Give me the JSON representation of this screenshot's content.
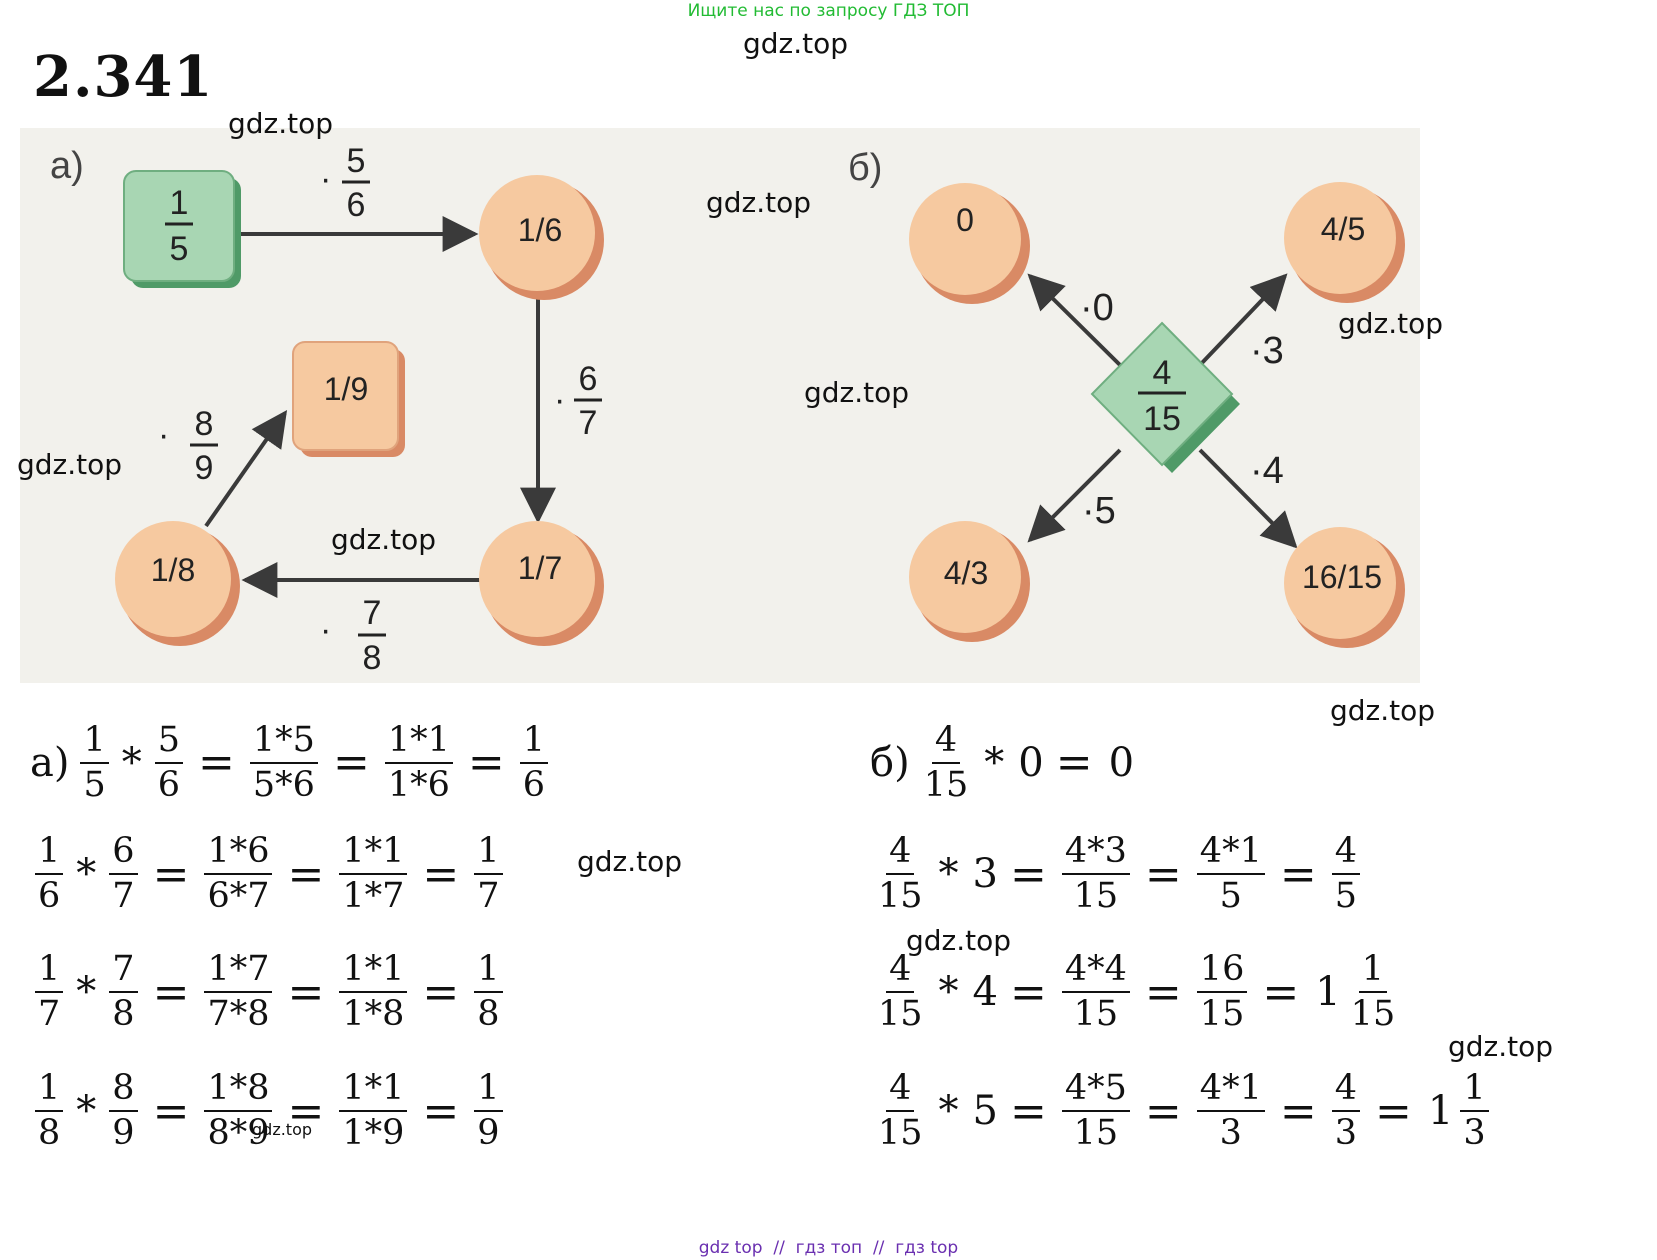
{
  "header": {
    "top_line": "Ищите нас по запросу ГДЗ ТОП"
  },
  "watermark": "gdz.top",
  "problem": {
    "number": "2.341"
  },
  "diagram_a": {
    "label": "а)",
    "start": {
      "num": "1",
      "den": "5"
    },
    "nodes": [
      "1/6",
      "1/7",
      "1/8"
    ],
    "end": "1/9",
    "multipliers": [
      {
        "num": "5",
        "den": "6"
      },
      {
        "num": "6",
        "den": "7"
      },
      {
        "num": "7",
        "den": "8"
      },
      {
        "num": "8",
        "den": "9"
      }
    ]
  },
  "diagram_b": {
    "label": "б)",
    "center": {
      "num": "4",
      "den": "15"
    },
    "nodes": [
      "0",
      "4/5",
      "4/3",
      "16/15"
    ],
    "multipliers": [
      "·0",
      "·3",
      "·5",
      "·4"
    ]
  },
  "solution_a": {
    "label": "а)",
    "rows": [
      [
        "1",
        "5",
        "5",
        "6",
        "1*5",
        "5*6",
        "1*1",
        "1*6",
        "1",
        "6"
      ],
      [
        "1",
        "6",
        "6",
        "7",
        "1*6",
        "6*7",
        "1*1",
        "1*7",
        "1",
        "7"
      ],
      [
        "1",
        "7",
        "7",
        "8",
        "1*7",
        "7*8",
        "1*1",
        "1*8",
        "1",
        "8"
      ],
      [
        "1",
        "8",
        "8",
        "9",
        "1*8",
        "8*9",
        "1*1",
        "1*9",
        "1",
        "9"
      ]
    ]
  },
  "solution_b": {
    "label": "б)",
    "row1": {
      "num": "4",
      "den": "15",
      "op": "*",
      "factor": "0",
      "eq": "=",
      "result": "0"
    },
    "row2": {
      "num": "4",
      "den": "15",
      "factor": "3",
      "f2n": "4*3",
      "f2d": "15",
      "f3n": "4*1",
      "f3d": "5",
      "f4n": "4",
      "f4d": "5"
    },
    "row3": {
      "num": "4",
      "den": "15",
      "factor": "4",
      "f2n": "4*4",
      "f2d": "15",
      "f3n": "16",
      "f3d": "15",
      "whole": "1",
      "mn": "1",
      "md": "15"
    },
    "row4": {
      "num": "4",
      "den": "15",
      "factor": "5",
      "f2n": "4*5",
      "f2d": "15",
      "f3n": "4*1",
      "f3d": "3",
      "f4n": "4",
      "f4d": "3",
      "whole": "1",
      "mn": "1",
      "md": "3"
    }
  },
  "symbols": {
    "times": "*",
    "eq": "="
  },
  "footer": {
    "text": "gdz top  //  гдз топ  //  гдз top"
  },
  "colors": {
    "node_fill": "#f6c9a0",
    "node_rim": "#d98a65",
    "green_fill": "#a8d6b3",
    "green_rim": "#4f9a67",
    "background_tint": "#f2f1ec",
    "arrow": "#3a3a3a"
  }
}
